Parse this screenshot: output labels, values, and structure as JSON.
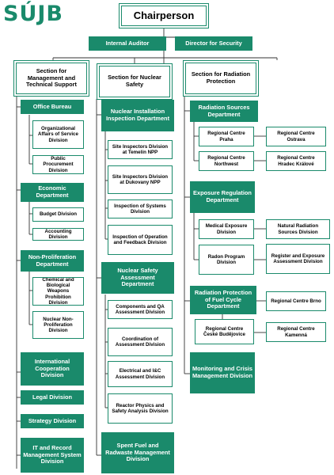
{
  "logo": {
    "text": "SÚJB"
  },
  "chairperson": "Chairperson",
  "internal_auditor": "Internal Auditor",
  "director_security": "Director for Security",
  "sections": {
    "management": "Section for Management and Technical Support",
    "nuclear": "Section for Nuclear Safety",
    "radiation": "Section for Radiation Protection"
  },
  "management_units": {
    "office_bureau": "Office Bureau",
    "org_affairs": "Organizational Affairs of Service Division",
    "public_procurement": "Public Procurement Division",
    "economic": "Economic Department",
    "budget": "Budget Division",
    "accounting": "Accounting Division",
    "non_proliferation": "Non-Proliferation Department",
    "chemical": "Chemical and Biological Weapons Prohibition Division",
    "nuclear_non_prolif": "Nuclear Non-Proliferation Division",
    "intl_cooperation": "International Cooperation Division",
    "legal": "Legal Division",
    "strategy": "Strategy Division",
    "it_record": "IT and Record Management System Division"
  },
  "nuclear_units": {
    "installation_inspection": "Nuclear Installation Inspection Department",
    "temelin": "Site Inspectors Division at Temelín NPP",
    "dukovany": "Site Inspectors Division at Dukovany NPP",
    "systems": "Inspection of Systems Division",
    "operation": "Inspection of Operation and Feedback Division",
    "assessment_dept": "Nuclear Safety Assessment Department",
    "components": "Components and QA Assessment Division",
    "coordination": "Coordination of Assessment Division",
    "electrical": "Electrical and I&C Assessment Division",
    "reactor_physics": "Reactor Physics and Safety Analysis Division",
    "spent_fuel": "Spent Fuel and Radwaste Management Division"
  },
  "radiation_units": {
    "sources_dept": "Radiation Sources Department",
    "praha": "Regional Centre Praha",
    "ostrava": "Regional Centre Ostrava",
    "northwest": "Regional Centre Northwest",
    "hradec": "Regional Centre Hradec Králové",
    "exposure_dept": "Exposure Regulation Department",
    "medical": "Medical Exposure Division",
    "natural": "Natural Radiation Sources Division",
    "radon": "Radon Program Division",
    "register": "Register and Exposure Assessment Division",
    "fuel_cycle": "Radiation Protection of Fuel Cycle Department",
    "brno": "Regional Centre Brno",
    "budejovice": "Regional Centre České Budějovice",
    "kamenna": "Regional Centre Kamenná",
    "monitoring": "Monitoring and Crisis Management Division"
  },
  "colors": {
    "brand": "#1a8a6b",
    "line": "#333333"
  }
}
